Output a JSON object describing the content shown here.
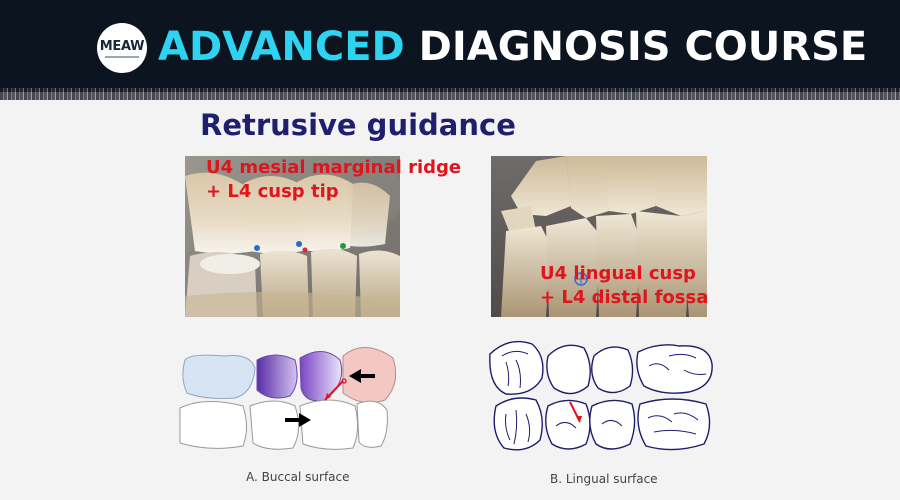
{
  "header": {
    "logo_text": "MEAW",
    "title_accent": "ADVANCED",
    "title_rest": "DIAGNOSIS COURSE",
    "accent_color": "#2ed3f2",
    "background_color": "#0c1420"
  },
  "slide": {
    "title": "Retrusive guidance",
    "title_color": "#1f1f6e"
  },
  "photos": {
    "left_label_line1": "U4 mesial marginal ridge",
    "left_label_line2": "+ L4 cusp tip",
    "right_label_line1": "U4 lingual cusp",
    "right_label_line2": "+ L4 distal fossa",
    "label_color": "#e0141c"
  },
  "diagrams": {
    "left_caption": "A. Buccal surface",
    "right_caption": "B. Lingual surface"
  }
}
